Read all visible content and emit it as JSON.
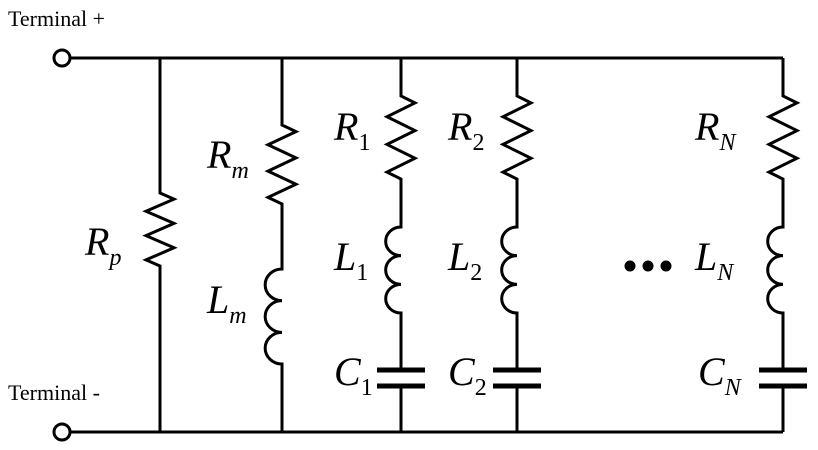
{
  "terminals": {
    "positive": "Terminal +",
    "negative": "Terminal -"
  },
  "ellipsis": "•••",
  "branches": [
    {
      "id": "p",
      "components": [
        {
          "type": "resistor",
          "symbol": "R",
          "subscript": "p",
          "sub_italic": true
        }
      ]
    },
    {
      "id": "m",
      "components": [
        {
          "type": "resistor",
          "symbol": "R",
          "subscript": "m",
          "sub_italic": true
        },
        {
          "type": "inductor",
          "symbol": "L",
          "subscript": "m",
          "sub_italic": true
        }
      ]
    },
    {
      "id": "1",
      "components": [
        {
          "type": "resistor",
          "symbol": "R",
          "subscript": "1",
          "sub_italic": false
        },
        {
          "type": "inductor",
          "symbol": "L",
          "subscript": "1",
          "sub_italic": false
        },
        {
          "type": "capacitor",
          "symbol": "C",
          "subscript": "1",
          "sub_italic": false
        }
      ]
    },
    {
      "id": "2",
      "components": [
        {
          "type": "resistor",
          "symbol": "R",
          "subscript": "2",
          "sub_italic": false
        },
        {
          "type": "inductor",
          "symbol": "L",
          "subscript": "2",
          "sub_italic": false
        },
        {
          "type": "capacitor",
          "symbol": "C",
          "subscript": "2",
          "sub_italic": false
        }
      ]
    },
    {
      "id": "N",
      "components": [
        {
          "type": "resistor",
          "symbol": "R",
          "subscript": "N",
          "sub_italic": true
        },
        {
          "type": "inductor",
          "symbol": "L",
          "subscript": "N",
          "sub_italic": true
        },
        {
          "type": "capacitor",
          "symbol": "C",
          "subscript": "N",
          "sub_italic": true
        }
      ]
    }
  ]
}
